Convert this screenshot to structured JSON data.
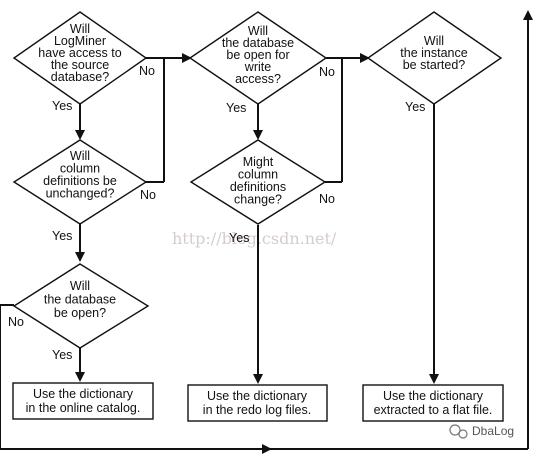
{
  "nodes": [
    {
      "id": "q1",
      "lines": [
        "Will",
        "LogMiner",
        "have access to",
        "the source",
        "database?"
      ]
    },
    {
      "id": "q2",
      "lines": [
        "Will",
        "column",
        "definitions be",
        "unchanged?"
      ]
    },
    {
      "id": "q3",
      "lines": [
        "Will",
        "the database",
        "be open?"
      ]
    },
    {
      "id": "q4",
      "lines": [
        "Will",
        "the database",
        "be open for",
        "write",
        "access?"
      ]
    },
    {
      "id": "q5",
      "lines": [
        "Might",
        "column",
        "definitions",
        "change?"
      ]
    },
    {
      "id": "q6",
      "lines": [
        "Will",
        "the instance",
        "be started?"
      ]
    },
    {
      "id": "r1",
      "lines": [
        "Use the dictionary",
        "in the online catalog."
      ]
    },
    {
      "id": "r2",
      "lines": [
        "Use the dictionary",
        "in the redo log files."
      ]
    },
    {
      "id": "r3",
      "lines": [
        "Use the dictionary",
        "extracted to a flat file."
      ]
    }
  ],
  "edge_labels": {
    "q1_yes": "Yes",
    "q1_no": "No",
    "q2_yes": "Yes",
    "q2_no": "No",
    "q3_yes": "Yes",
    "q3_no": "No",
    "q4_yes": "Yes",
    "q4_no": "No",
    "q5_yes": "Yes",
    "q5_no": "No",
    "q6_yes": "Yes"
  },
  "watermark": "http://blog.csdn.net/",
  "logo_text": "DbaLog",
  "colors": {
    "line": "#111111",
    "watermark": "#d6cccc"
  }
}
